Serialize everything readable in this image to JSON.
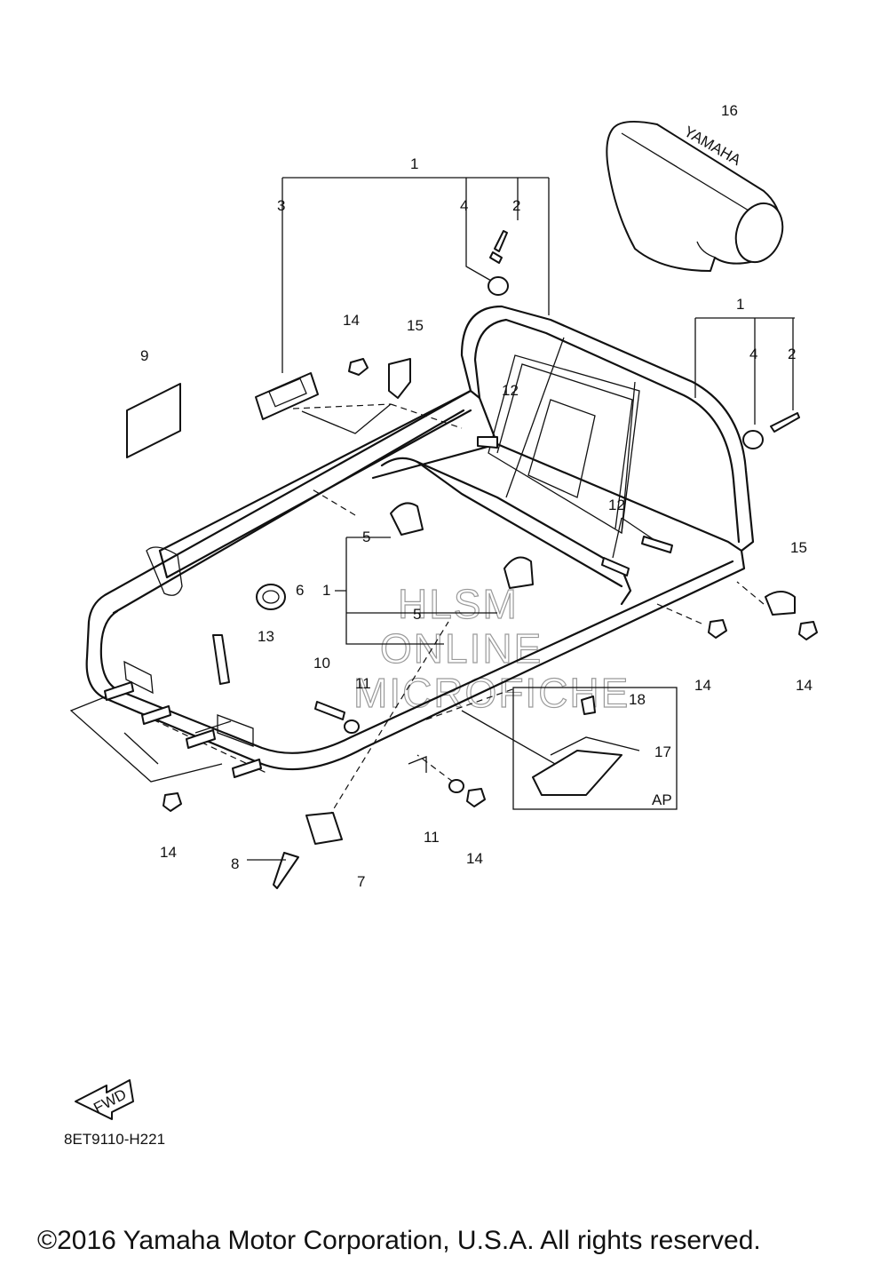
{
  "diagram": {
    "code": "8ET9110-H221",
    "copyright": "©2016 Yamaha Motor Corporation, U.S.A. All rights reserved.",
    "fwd_label": "FWD",
    "inset_label": "AP",
    "logo_text": "YAMAHA",
    "watermark": [
      "HLSM",
      "ONLINE",
      "MICROFICHE"
    ]
  },
  "callouts": {
    "c1a": "1",
    "c3": "3",
    "c4a": "4",
    "c2a": "2",
    "c16": "16",
    "c1b": "1",
    "c4b": "4",
    "c2b": "2",
    "c14a": "14",
    "c15a": "15",
    "c9": "9",
    "c12a": "12",
    "c12b": "12",
    "c5a": "5",
    "c6": "6",
    "c1c": "1",
    "c5b": "5",
    "c13": "13",
    "c15b": "15",
    "c14b": "14",
    "c14c": "14",
    "c10": "10",
    "c11a": "11",
    "c18": "18",
    "c17": "17",
    "c14d": "14",
    "c11b": "11",
    "c14e": "14",
    "c8": "8",
    "c7": "7"
  }
}
